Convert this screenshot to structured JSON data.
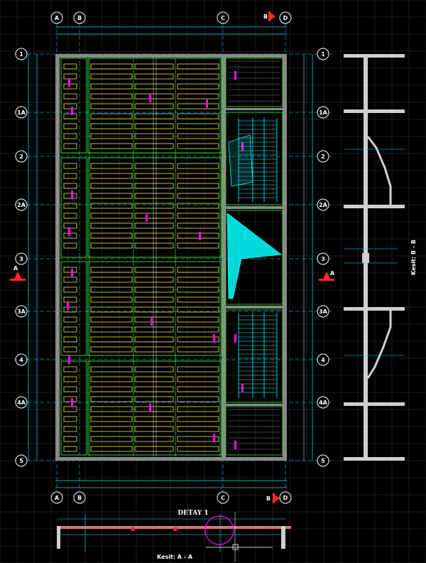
{
  "drawing": {
    "columns": [
      "A",
      "B",
      "C",
      "D"
    ],
    "rows": [
      "1",
      "1A",
      "2",
      "2A",
      "3",
      "3A",
      "4",
      "4A",
      "5"
    ],
    "section_markers": {
      "side": "A",
      "top": "B"
    },
    "detail_title": "DETAY 1",
    "section_bb_title": "Kesit: B - B",
    "section_aa_title": "Kesit: A - A"
  },
  "colors": {
    "background": "#000000",
    "grid": "#1c1c1c",
    "axis": "#00e5ff",
    "wall": "#bdbdbd",
    "slab_green": "#3cff3c",
    "joist_yellow": "#e8e84a",
    "stair_cyan": "#00ffff",
    "annotation_magenta": "#ff00ff",
    "marker_red": "#ff2a2a",
    "text": "#ffffff"
  }
}
